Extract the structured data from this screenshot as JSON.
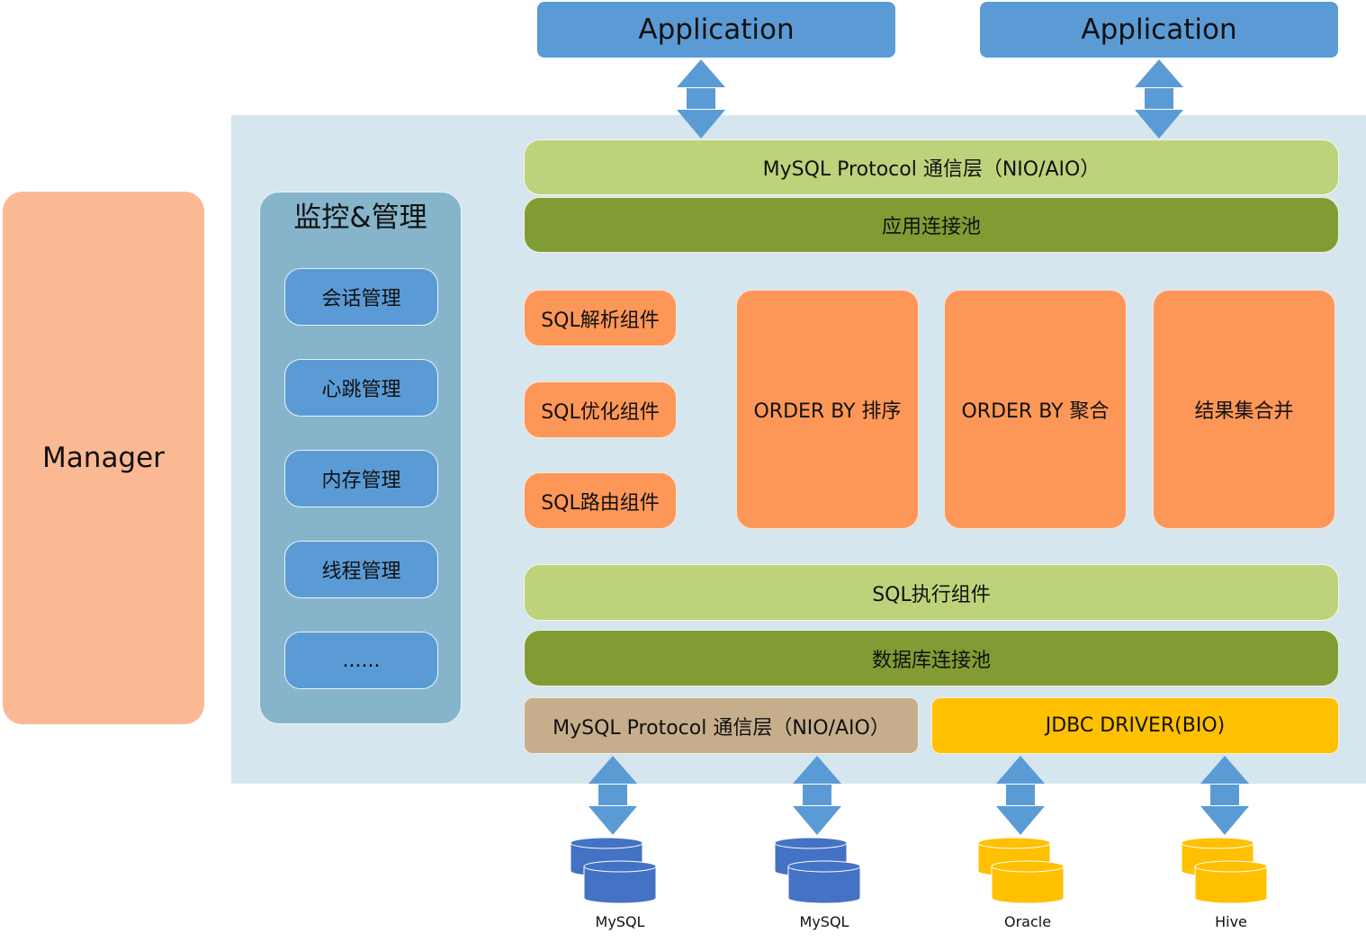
{
  "applications": [
    {
      "label": "Application"
    },
    {
      "label": "Application"
    }
  ],
  "manager": {
    "label": "Manager"
  },
  "monitor": {
    "title": "监控&管理",
    "items": [
      {
        "label": "会话管理"
      },
      {
        "label": "心跳管理"
      },
      {
        "label": "内存管理"
      },
      {
        "label": "线程管理"
      },
      {
        "label": "......"
      }
    ]
  },
  "layers": {
    "protocol_top": "MySQL  Protocol 通信层（NIO/AIO）",
    "app_pool": "应用连接池",
    "sql_components": [
      {
        "label": "SQL解析组件"
      },
      {
        "label": "SQL优化组件"
      },
      {
        "label": "SQL路由组件"
      }
    ],
    "processors": [
      {
        "label": "ORDER BY 排序"
      },
      {
        "label": "ORDER BY 聚合"
      },
      {
        "label": "结果集合并"
      }
    ],
    "sql_exec": "SQL执行组件",
    "db_pool": "数据库连接池",
    "protocol_bottom": "MySQL  Protocol 通信层（NIO/AIO）",
    "jdbc": "JDBC DRIVER(BIO)"
  },
  "databases": [
    {
      "label": "MySQL",
      "color": "#4472c4",
      "icon": "database-icon"
    },
    {
      "label": "MySQL",
      "color": "#4472c4",
      "icon": "database-icon"
    },
    {
      "label": "Oracle",
      "color": "#ffc000",
      "icon": "database-icon"
    },
    {
      "label": "Hive",
      "color": "#ffc000",
      "icon": "database-icon"
    }
  ],
  "colors": {
    "arrow": "#5b9bd5",
    "application": "#5b9bd5",
    "container": "#d5e6ef",
    "manager": "#fbb993",
    "monitor_panel": "#86b5cb",
    "light_green": "#bdd37b",
    "dark_green": "#829c34",
    "orange": "#fd9758",
    "tan": "#c6ae8d",
    "gold": "#fec000"
  }
}
